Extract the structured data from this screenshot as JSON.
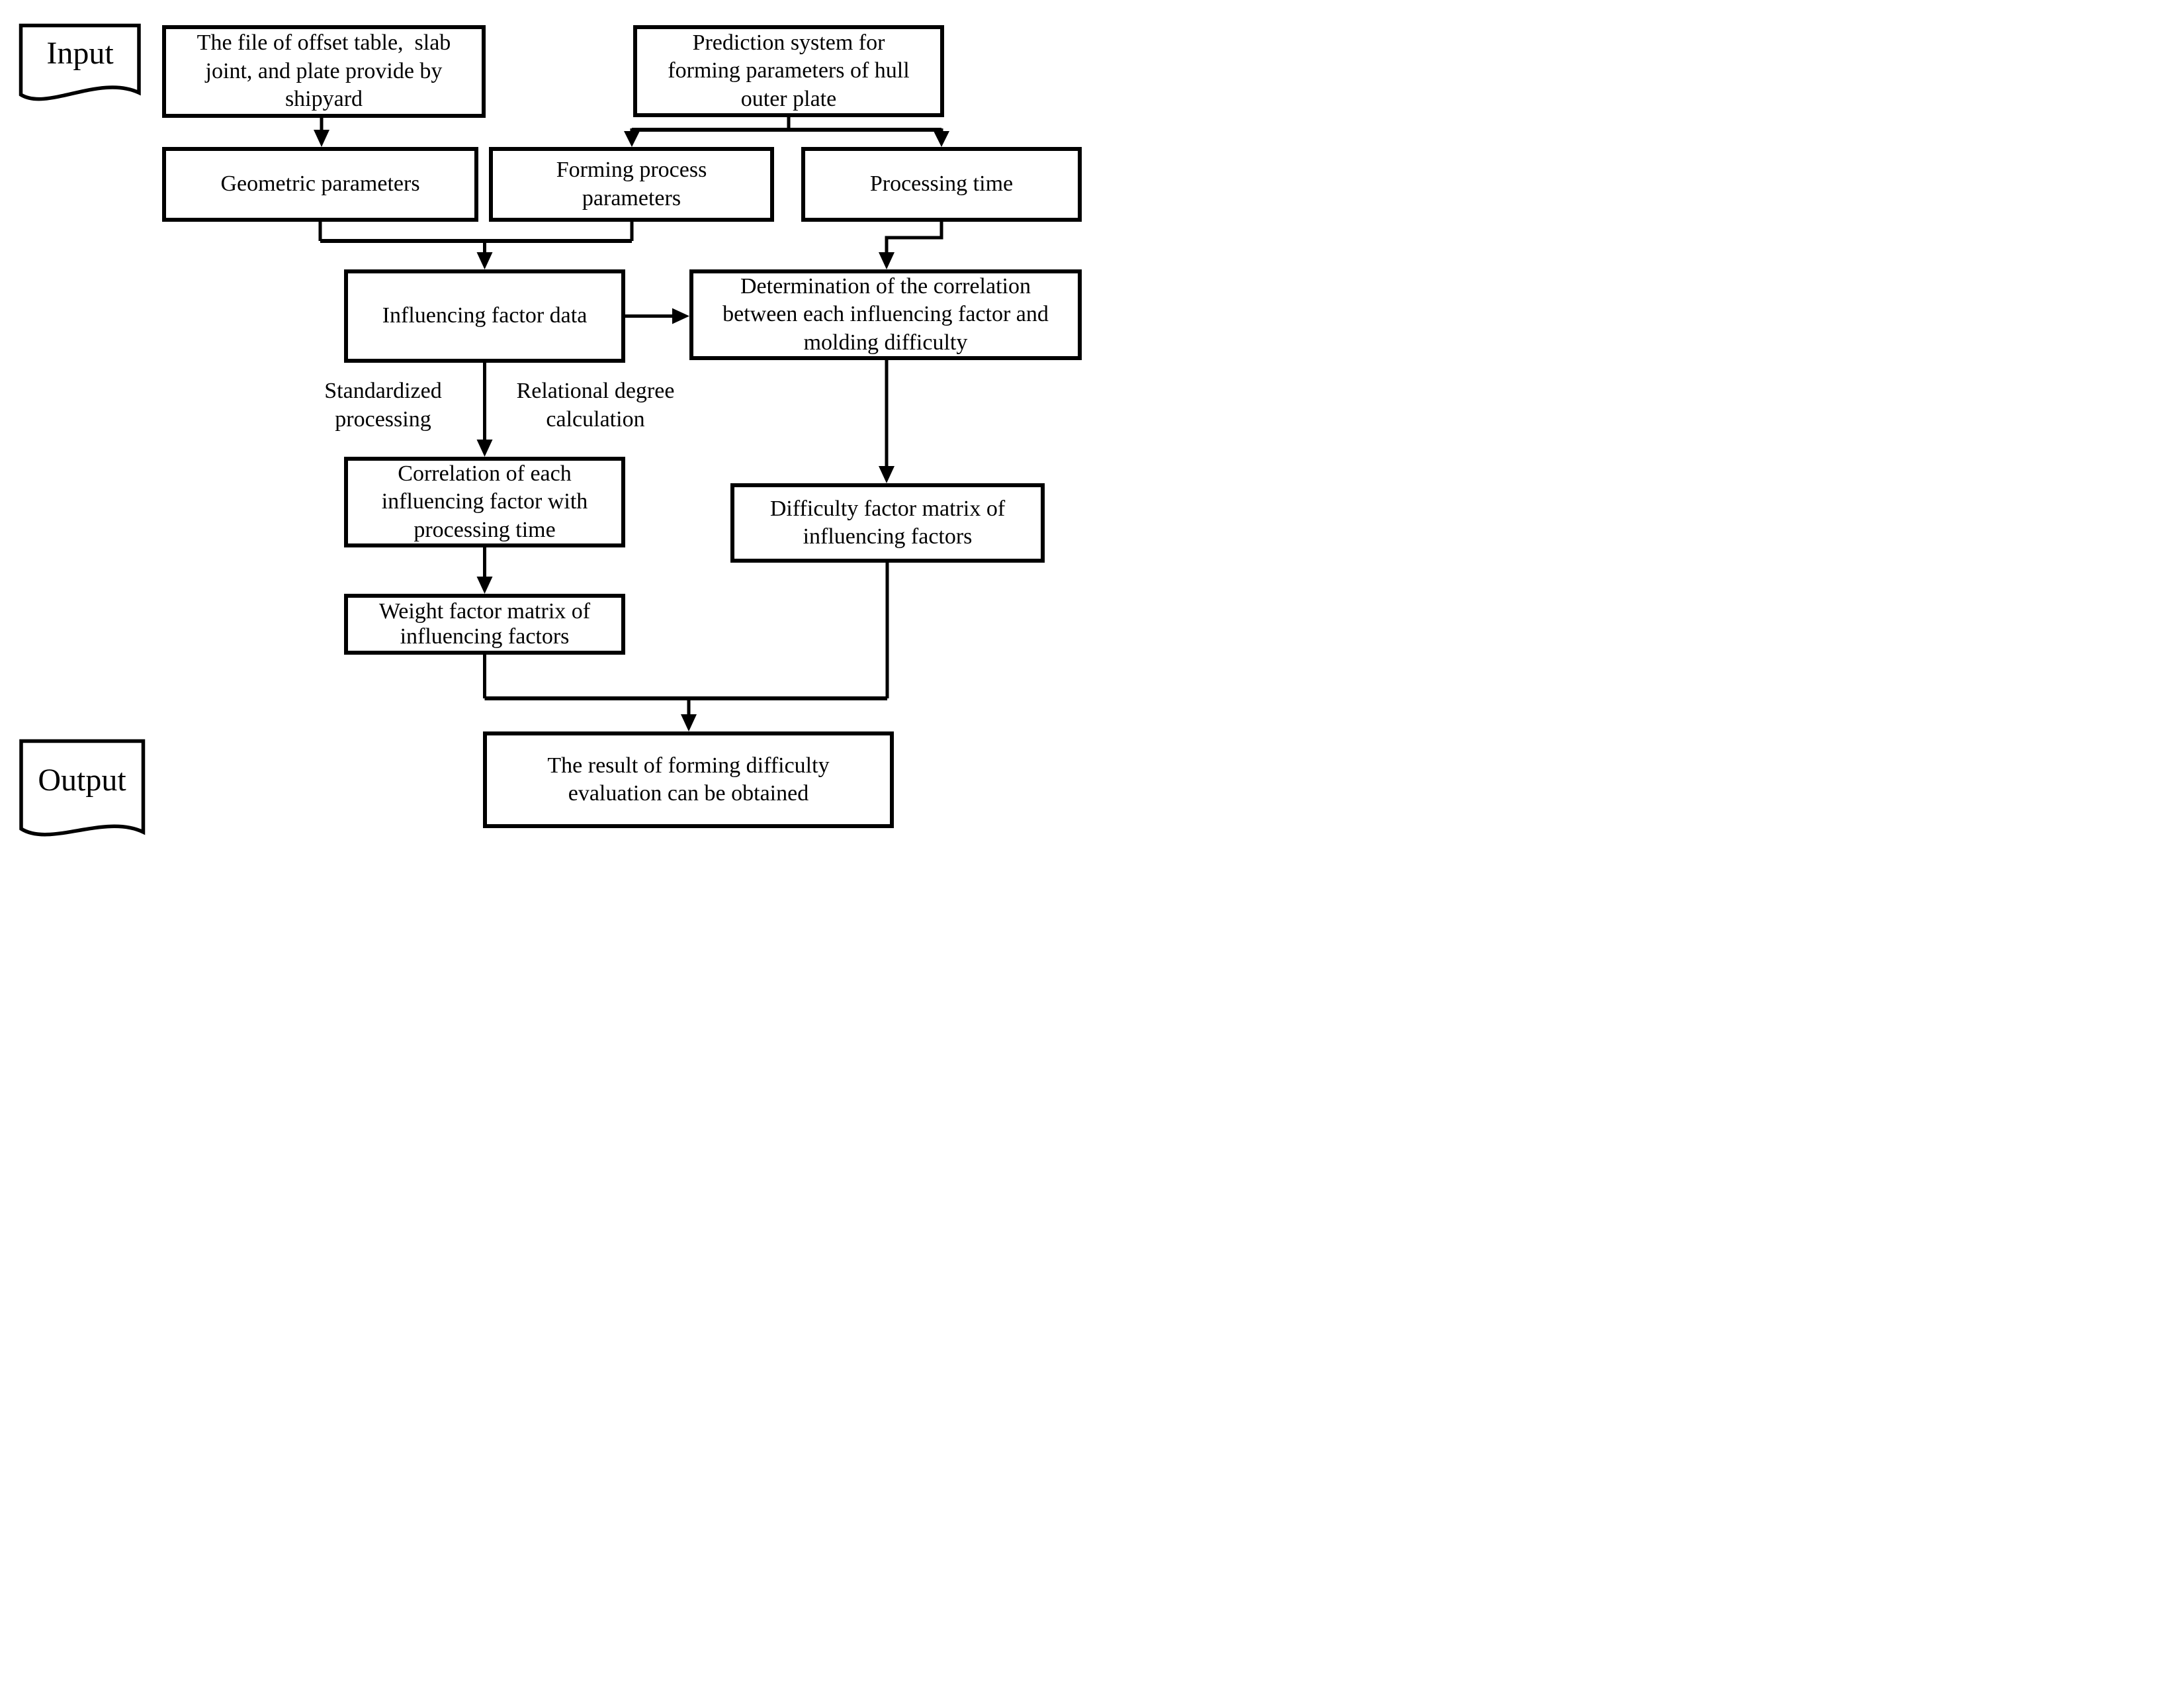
{
  "diagram": {
    "title_hint": "Forming difficulty evaluation flowchart",
    "colors": {
      "stroke": "#000000",
      "background": "#ffffff"
    },
    "input": {
      "label": "Input"
    },
    "output": {
      "label": "Output"
    },
    "boxes": {
      "offset_file": "The file of offset table,  slab\njoint, and plate provide by\nshipyard",
      "prediction_system": "Prediction system for\nforming parameters of hull\nouter plate",
      "geometric_parameters": "Geometric parameters",
      "forming_process_parameters": "Forming process\nparameters",
      "processing_time": "Processing time",
      "influencing_factor_data": "Influencing factor data",
      "determination_correlation": "Determination of the correlation\nbetween each influencing factor and\nmolding difficulty",
      "correlation_with_processing_time": "Correlation of each\ninfluencing factor with\nprocessing time",
      "difficulty_factor_matrix": "Difficulty factor matrix of\ninfluencing factors",
      "weight_factor_matrix": "Weight factor matrix of\ninfluencing factors",
      "result": "The result of forming difficulty\nevaluation can be obtained"
    },
    "arrow_labels": {
      "standardized_processing": "Standardized\nprocessing",
      "relational_degree_calculation": "Relational degree\ncalculation"
    }
  }
}
